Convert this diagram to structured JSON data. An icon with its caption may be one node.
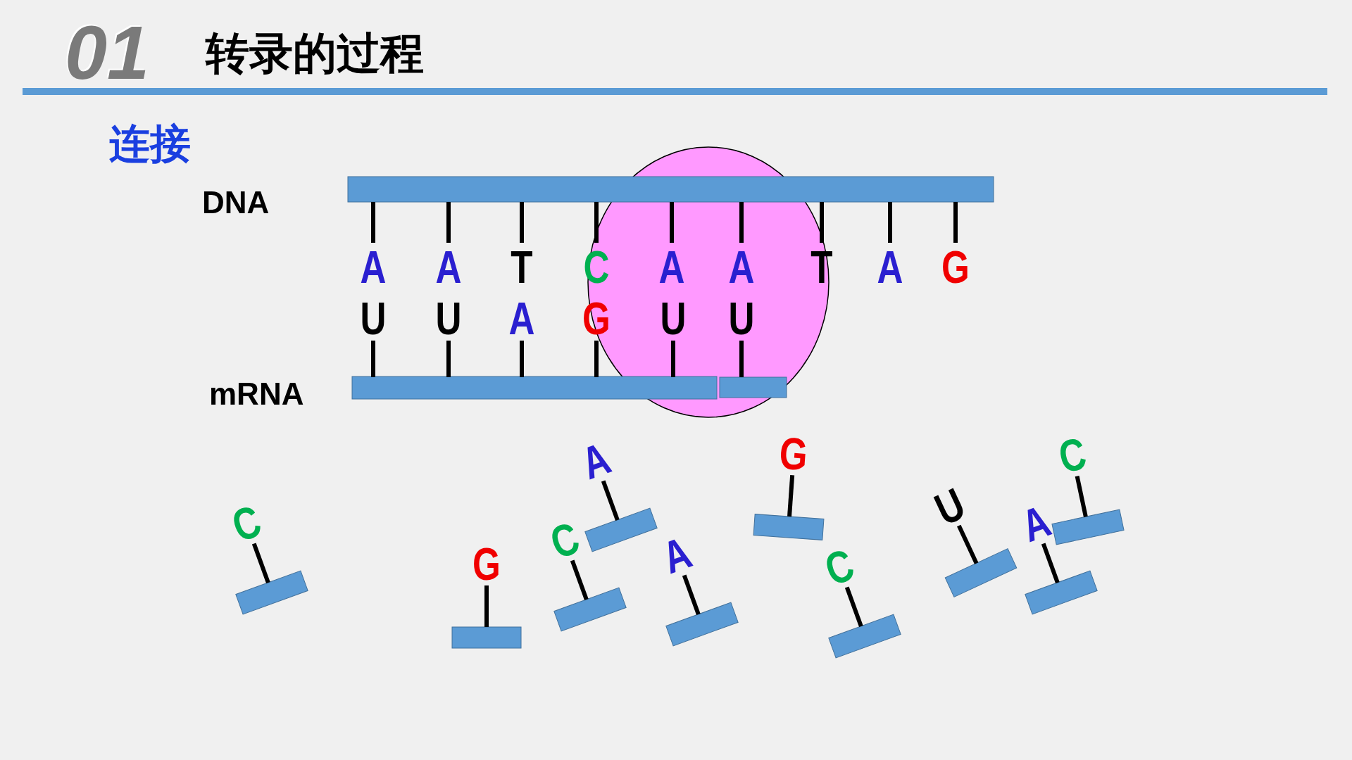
{
  "diagram": {
    "title": "转录的过程",
    "labels": [
      "01",
      "连接",
      "DNA",
      "A",
      "A",
      "T",
      "C",
      "A",
      "A",
      "T",
      "A",
      "G",
      "U",
      "U",
      "A",
      "G",
      "U",
      "U",
      "mRNA",
      "C",
      "G",
      "C",
      "A",
      "A",
      "G",
      "C",
      "U",
      "A",
      "C"
    ]
  }
}
